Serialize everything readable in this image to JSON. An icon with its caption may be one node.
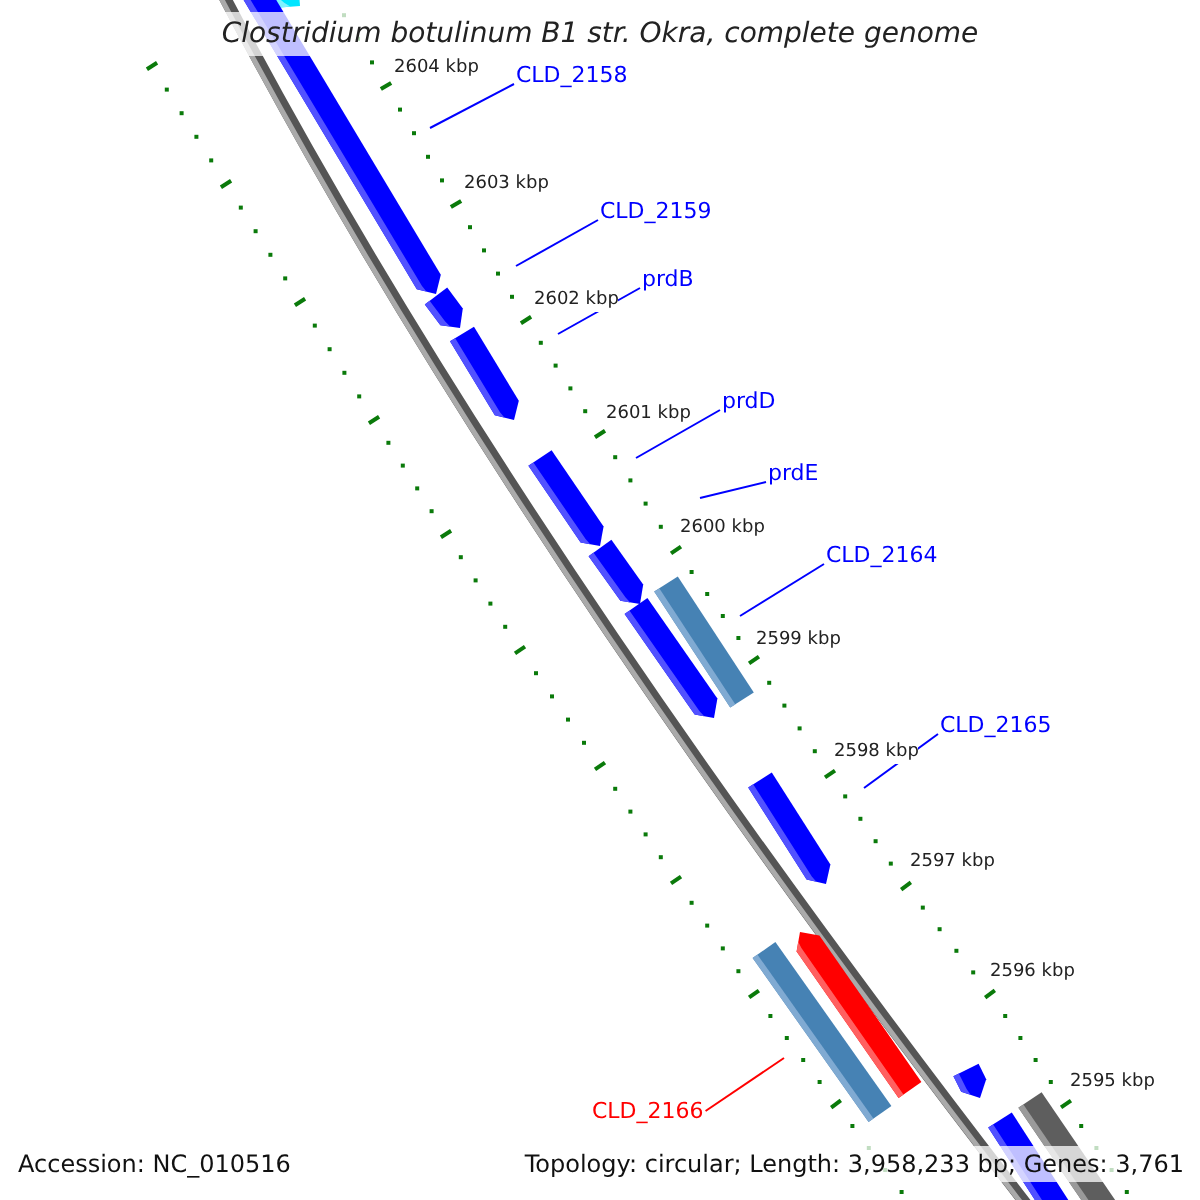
{
  "diagram": {
    "title": "Clostridium botulinum B1 str. Okra, complete genome",
    "nodes": [
      {
        "text": [
          "CLD_2158"
        ]
      },
      {
        "text": [
          "CLD_2159"
        ]
      },
      {
        "text": [
          "prdB"
        ]
      },
      {
        "text": [
          "prdD"
        ]
      },
      {
        "text": [
          "prdE"
        ]
      },
      {
        "text": [
          "CLD_2164"
        ]
      },
      {
        "text": [
          "CLD_2165"
        ]
      },
      {
        "text": [
          "CLD_2166"
        ]
      }
    ],
    "edges": [
      {
        "from": 0,
        "to": null,
        "arrow": "none"
      },
      {
        "from": 1,
        "to": null,
        "arrow": "none"
      },
      {
        "from": 2,
        "to": null,
        "arrow": "none"
      },
      {
        "from": 3,
        "to": null,
        "arrow": "none"
      },
      {
        "from": 4,
        "to": null,
        "arrow": "none"
      },
      {
        "from": 5,
        "to": null,
        "arrow": "none"
      },
      {
        "from": 6,
        "to": null,
        "arrow": "none"
      },
      {
        "from": 7,
        "to": null,
        "arrow": "none",
        "color": "#ff0000"
      }
    ],
    "labels": [
      "2604 kbp",
      "2603 kbp",
      "2602 kbp",
      "2601 kbp",
      "2600 kbp",
      "2599 kbp",
      "2598 kbp",
      "2597 kbp",
      "2596 kbp",
      "2595 kbp",
      "Accession: NC_010516",
      "Topology: circular; Length: 3,958,233 bp; Genes: 3,761"
    ]
  }
}
